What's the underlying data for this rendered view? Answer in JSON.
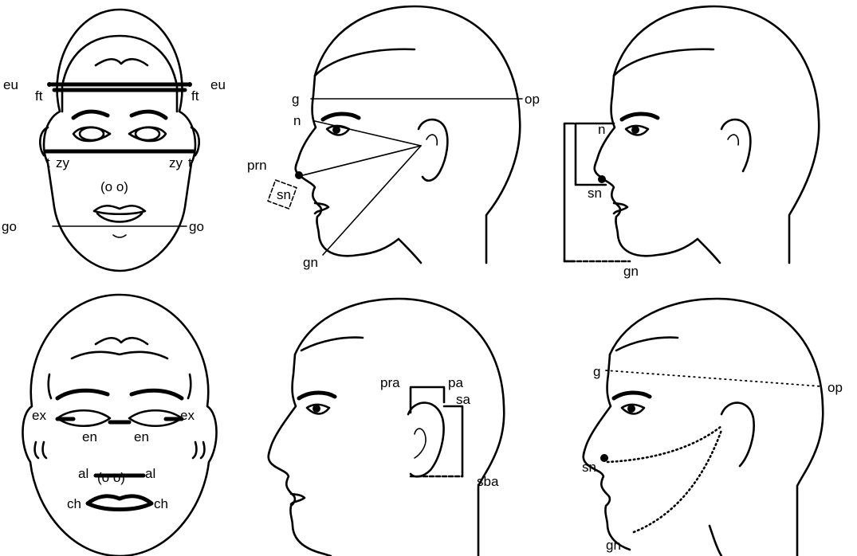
{
  "panels": {
    "front_top": {
      "labels": {
        "eu_left": "eu",
        "eu_right": "eu",
        "ft_left": "ft",
        "ft_right": "ft",
        "t_left": "t",
        "zy_left": "zy",
        "zy_right": "zy",
        "t_right": "t",
        "nose": "(o o)",
        "go_left": "go",
        "go_right": "go"
      }
    },
    "profile_top": {
      "labels": {
        "g": "g",
        "op": "op",
        "n": "n",
        "prn": "prn",
        "sn": "sn",
        "gn": "gn"
      }
    },
    "profile_right_top": {
      "labels": {
        "n": "n",
        "sn": "sn",
        "gn": "gn"
      }
    },
    "front_bottom": {
      "labels": {
        "ex_left": "ex",
        "ex_right": "ex",
        "en_left": "en",
        "en_right": "en",
        "al_left": "al",
        "al_right": "al",
        "nose": "(o o)",
        "ch_left": "ch",
        "ch_right": "ch"
      }
    },
    "profile_bottom": {
      "labels": {
        "pra": "pra",
        "pa": "pa",
        "sa": "sa",
        "sba": "sba"
      }
    },
    "profile_right_bottom": {
      "labels": {
        "g": "g",
        "op": "op",
        "sn": "sn",
        "gn": "gn"
      }
    }
  }
}
